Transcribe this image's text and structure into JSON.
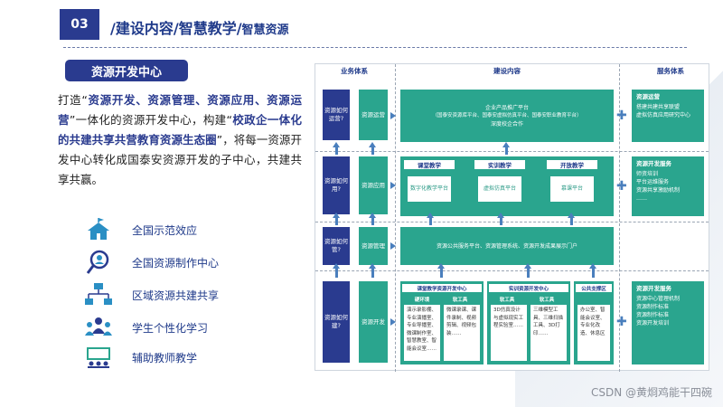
{
  "header": {
    "number": "03",
    "title_main": "/建设内容/智慧教学/",
    "title_sub": "智慧资源"
  },
  "section_tag": "资源开发中心",
  "paragraph": {
    "p1": "打造“",
    "h1": "资源开发、资源管理、资源应用、资源运营",
    "p2": "”一体化的资源开发中心，构建“",
    "h2": "校政企一体化的共建共享共营教育资源生态圈",
    "p3": "”，将每一资源开发中心转化成国泰安资源开发的子中心，共建共享共赢。"
  },
  "features": [
    {
      "label": "全国示范效应",
      "icon": "award-flag-icon"
    },
    {
      "label": "全国资源制作中心",
      "icon": "magnifier-person-icon"
    },
    {
      "label": "区域资源共建共享",
      "icon": "network-computers-icon"
    },
    {
      "label": "学生个性化学习",
      "icon": "students-group-icon"
    },
    {
      "label": "辅助教师教学",
      "icon": "teacher-board-icon"
    }
  ],
  "diagram": {
    "col_business": "业务体系",
    "col_build": "建设内容",
    "col_service": "服务体系",
    "rows": [
      {
        "q": "资源如何运营?",
        "lbl": "资源运营"
      },
      {
        "q": "资源如何用?",
        "lbl": "资源应用"
      },
      {
        "q": "资源如何管?",
        "lbl": "资源管理"
      },
      {
        "q": "资源如何建?",
        "lbl": "资源开发"
      }
    ],
    "r1_main": "企业产品推广平台",
    "r1_sub": "（国泰安资源库平台、国泰安虚拟仿真平台、国泰安职业教育平台）",
    "r1_sub2": "深度校企合作",
    "r2_boxes": [
      {
        "head": "课堂教学",
        "body": "数字化教学平台"
      },
      {
        "head": "实训教学",
        "body": "虚拟仿真平台"
      },
      {
        "head": "开放教学",
        "body": "慕课平台"
      }
    ],
    "r3_main": "资源公共服务平台、资源管理系统、资源开发成果展示门户",
    "r4_boxes": [
      {
        "head": "课堂教学资源开发中心"
      },
      {
        "head": "实训资源开发中心"
      },
      {
        "head": "公共支撑区"
      }
    ],
    "r4_sub": [
      {
        "head": "硬环境",
        "body": "演示录影棚、专业演播室、专业导播室、微课制作室、智慧教室、智能会议室……"
      },
      {
        "head": "软工具",
        "body": "微课录课、课件录制、视频剪辑、视频包装……"
      },
      {
        "head": "软工具",
        "body": "3D仿真设计与虚拟现实工程实验室……"
      },
      {
        "head": "软工具",
        "body": "三维模型工具、三维扫描工具、3D打印……"
      },
      {
        "head": "",
        "body": "办公室、智能会议室、专业化改造、休息区"
      }
    ],
    "service": [
      {
        "title": "资源运营",
        "items": [
          "搭建共建共享联盟",
          "虚拟仿真应用研究中心"
        ]
      },
      {
        "title": "资源开发服务",
        "items": [
          "师资培训",
          "平台运维服务",
          "资源共享激励机制",
          "……"
        ]
      },
      {
        "title": "资源开发服务",
        "items": [
          "资源中心管理机制",
          "资源制作标准",
          "资源制作标准",
          "资源开发培训"
        ]
      }
    ]
  },
  "watermark": "CSDN @黄烱鸡能干四碗"
}
